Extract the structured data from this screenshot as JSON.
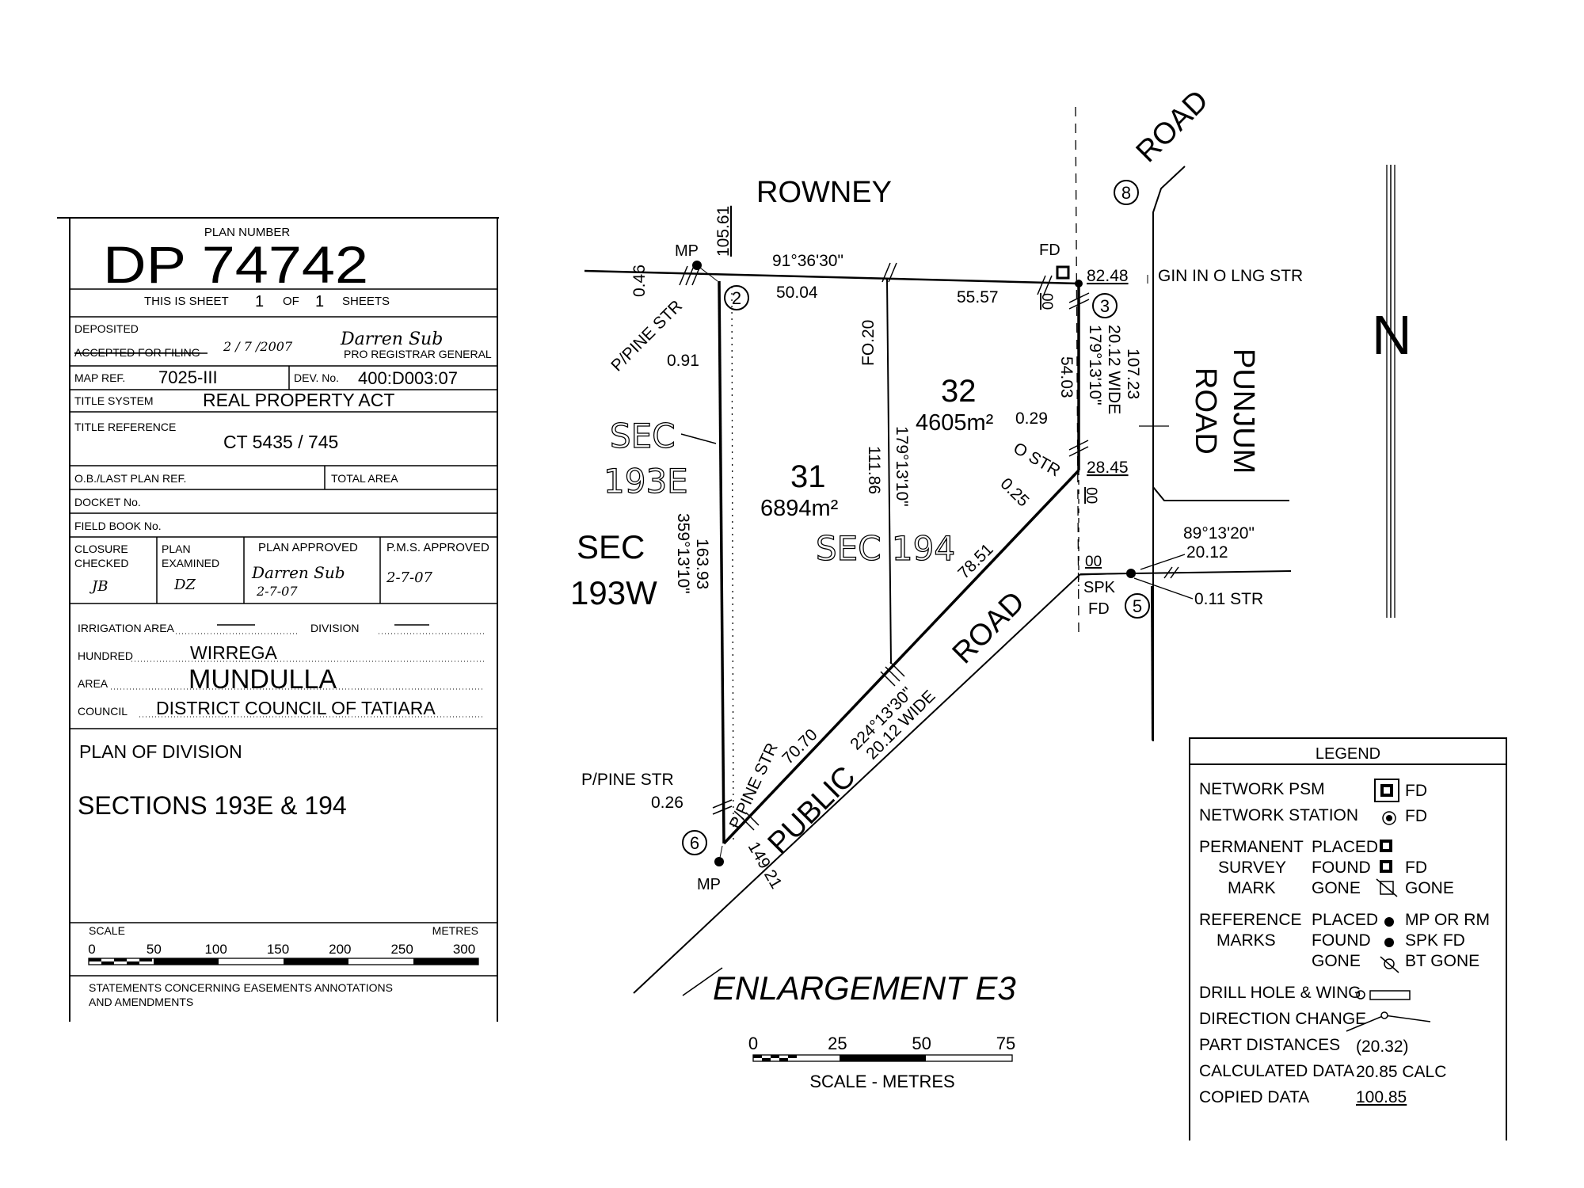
{
  "title_block": {
    "plan_number_label": "PLAN NUMBER",
    "plan_number": "DP 74742",
    "sheet_this": "THIS IS SHEET",
    "sheet_num": "1",
    "sheet_of": "OF",
    "sheet_total": "1",
    "sheet_sheets": "SHEETS",
    "deposited_label": "DEPOSITED",
    "accepted_label": "ACCEPTED FOR FILING",
    "deposited_date": "2 / 7 /2007",
    "registrar_signature": "Darren Sub",
    "registrar_label": "PRO REGISTRAR GENERAL",
    "map_ref_label": "MAP REF.",
    "map_ref": "7025-III",
    "dev_no_label": "DEV. No.",
    "dev_no": "400:D003:07",
    "title_system_label": "TITLE SYSTEM",
    "title_system": "REAL PROPERTY ACT",
    "title_reference_label": "TITLE REFERENCE",
    "title_reference": "CT 5435 / 745",
    "last_plan_label": "O.B./LAST PLAN REF.",
    "total_area_label": "TOTAL AREA",
    "docket_label": "DOCKET No.",
    "field_book_label": "FIELD BOOK No.",
    "closure_label_1": "CLOSURE",
    "closure_label_2": "CHECKED",
    "closure_value": "JB",
    "examined_label_1": "PLAN",
    "examined_label_2": "EXAMINED",
    "examined_value": "DZ",
    "approved_label": "PLAN APPROVED",
    "approved_signature": "Darren Sub",
    "approved_date": "2-7-07",
    "pms_label": "P.M.S. APPROVED",
    "pms_date": "2-7-07",
    "irrigation_label": "IRRIGATION AREA",
    "division_label": "DIVISION",
    "hundred_label": "HUNDRED",
    "hundred": "WIRREGA",
    "area_label": "AREA",
    "area": "MUNDULLA",
    "council_label": "COUNCIL",
    "council": "DISTRICT COUNCIL OF TATIARA",
    "plan_of_label": "PLAN OF DIVISION",
    "sections": "SECTIONS 193E & 194",
    "scale_label": "SCALE",
    "scale_units": "METRES",
    "scale_ticks": [
      "0",
      "50",
      "100",
      "150",
      "200",
      "250",
      "300"
    ],
    "statements_1": "STATEMENTS CONCERNING EASEMENTS ANNOTATIONS",
    "statements_2": "AND AMENDMENTS"
  },
  "plan": {
    "roads": {
      "rowney": "ROWNEY",
      "road_top": "ROAD",
      "punjum": "PUNJUM",
      "punjum_road": "ROAD",
      "public": "PUBLIC",
      "public_road": "ROAD"
    },
    "sections": {
      "sec_label": "SEC",
      "sec_193e": "193E",
      "sec_193w": "193W",
      "sec_194": "SEC 194"
    },
    "allotments": [
      {
        "number": "31",
        "area": "6894m²"
      },
      {
        "number": "32",
        "area": "4605m²"
      }
    ],
    "stations": [
      "2",
      "3",
      "5",
      "6",
      "8"
    ],
    "marks": {
      "mp_top": "MP",
      "mp_bottom": "MP",
      "fd": "FD",
      "spk": "SPK",
      "spk_fd": "FD"
    },
    "dims": {
      "top_brg": "91°36'30\"",
      "d_105_61": "105.61",
      "d_50_04": "50.04",
      "d_55_57": "55.57",
      "d_82_48": "82.48",
      "gin": "GIN IN O LNG STR",
      "d_0_46": "0.46",
      "pine_top": "P/PINE STR",
      "d_0_91": "0.91",
      "fo_0_20": "FO.20",
      "d_54_03": "54.03",
      "wide_right": "20.12 WIDE",
      "brg_right": "179°13'10\"",
      "d_107_23": "107.23",
      "d_0_29": "0.29",
      "o_str": "O STR",
      "d_0_25": "0.25",
      "d_28_45": "28.45",
      "d_111_86": "111.86",
      "brg_mid": "179°13'10\"",
      "d_163_93": "163.93",
      "brg_left": "359°13'10\"",
      "d_78_51": "78.51",
      "d_70_70": "70.70",
      "brg_public": "224°13'30\"",
      "wide_public": "20.12 WIDE",
      "pine_diag": "P/PINE STR",
      "pine_bottom": "P/PINE STR",
      "d_0_26": "0.26",
      "d_149_21": "149.21",
      "brg_spk": "89°13'20\"",
      "d_20_12": "20.12",
      "d_0_11": "0.11 STR",
      "zero_1": "00",
      "zero_2": "00",
      "zero_3": "00"
    },
    "north": "N",
    "enlargement": "ENLARGEMENT E3",
    "scale2_ticks": [
      "0",
      "25",
      "50",
      "75"
    ],
    "scale2_label": "SCALE - METRES"
  },
  "legend": {
    "title": "LEGEND",
    "network_psm": "NETWORK PSM",
    "network_psm_fd": "FD",
    "network_station": "NETWORK STATION",
    "network_station_fd": "FD",
    "psm_1": "PERMANENT",
    "psm_2": "SURVEY",
    "psm_3": "MARK",
    "placed": "PLACED",
    "found": "FOUND",
    "gone": "GONE",
    "psm_found_fd": "FD",
    "psm_gone": "GONE",
    "ref_1": "REFERENCE",
    "ref_2": "MARKS",
    "ref_placed": "PLACED",
    "ref_found": "FOUND",
    "ref_gone": "GONE",
    "ref_placed_val": "MP OR RM",
    "ref_found_val": "SPK FD",
    "ref_gone_val": "BT GONE",
    "drill": "DRILL HOLE & WING",
    "direction": "DIRECTION CHANGE",
    "part": "PART DISTANCES",
    "part_val": "(20.32)",
    "calc": "CALCULATED DATA",
    "calc_val": "20.85 CALC",
    "copied": "COPIED DATA",
    "copied_val": "100.85"
  }
}
